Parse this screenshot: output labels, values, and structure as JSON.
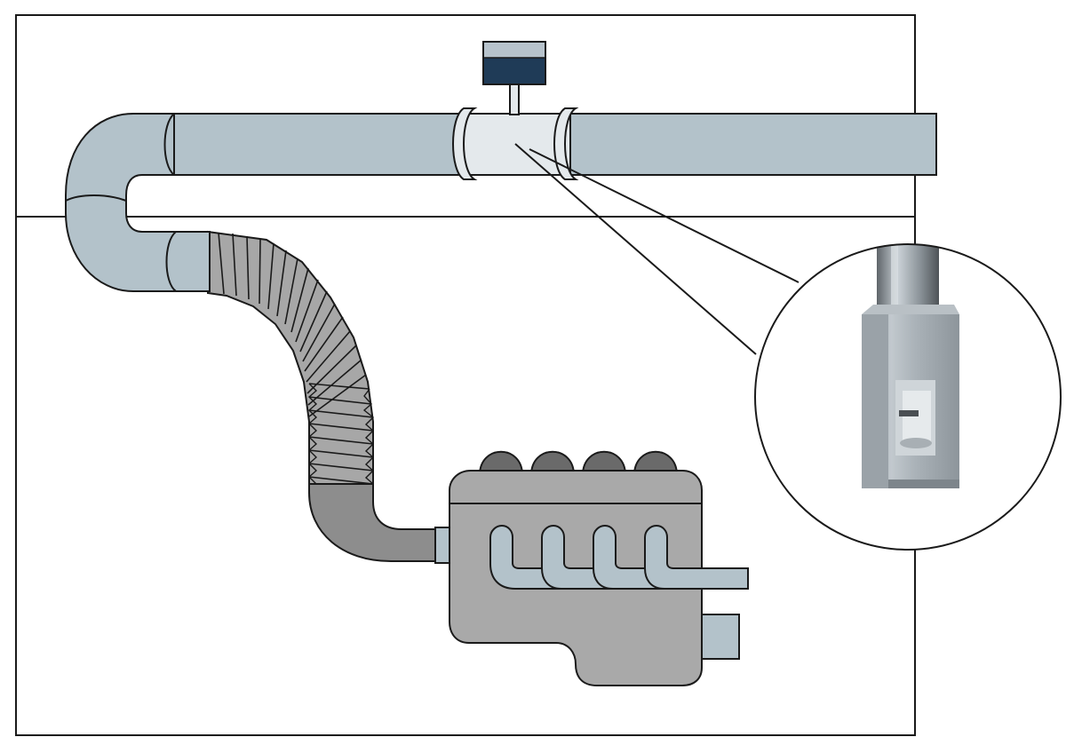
{
  "diagram": {
    "subject": "exhaust-gas-flow-sensor-installation",
    "components": [
      {
        "id": "frame",
        "icon": "frame-border"
      },
      {
        "id": "ceiling-line",
        "icon": "divider-line"
      },
      {
        "id": "exhaust-pipe",
        "icon": "pipe"
      },
      {
        "id": "pipe-elbow",
        "icon": "pipe-elbow"
      },
      {
        "id": "flexible-hose",
        "icon": "bellows"
      },
      {
        "id": "engine",
        "icon": "engine"
      },
      {
        "id": "sensor-transmitter",
        "icon": "transmitter-box"
      },
      {
        "id": "sensor-detail-callout",
        "icon": "magnifier-callout"
      }
    ],
    "colors": {
      "pipe": "#b3c2ca",
      "pipe_dark_outline": "#1a1a1a",
      "flow_section": "#e4e9ec",
      "hose": "#a7a7a7",
      "hose_dark": "#8d8d8d",
      "engine": "#a9a9a9",
      "engine_cylinders": "#6a6a6a",
      "manifold": "#b3c2ca",
      "transmitter_top": "#1f3b57",
      "transmitter_bottom": "#b7c3cc",
      "probe": "#a3acb3"
    }
  }
}
